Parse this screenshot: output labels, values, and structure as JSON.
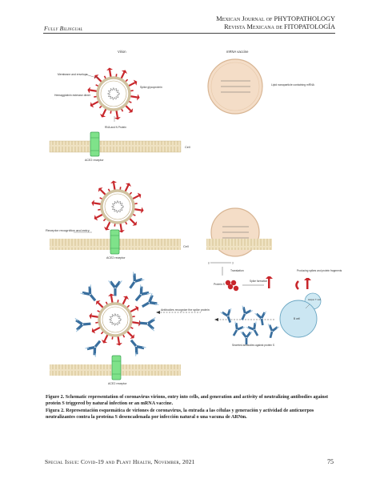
{
  "header": {
    "left": "Fully Bilingual",
    "right_line1": "Mexican Journal of PHYTOPATHOLOGY",
    "right_line2": "Revista Mexicana de FITOPATOLOGÍA"
  },
  "figure": {
    "virion_title": "Virion",
    "vaccine_title": "mRNA vaccine",
    "membrane_label": "Membrane and envelope",
    "spike_label": "Spike glycoprotein",
    "hemagglutinin_label": "Hemagglutinin esterase dimer",
    "rna_label": "RNA and N Protein",
    "lipid_label": "Lipid nanoparticle containing mRNA",
    "cell_label_1": "Cell",
    "ace2_label_1": "ACE2 receptor",
    "receptor_recognition_label": "Receptor recognition and entry",
    "cell_label_2": "Cell",
    "ace2_label_2": "ACE2 receptor",
    "translation_label": "Translation",
    "protein_s_label": "Protein S",
    "spike_formation_label": "Spike formation",
    "producing_label": "Producing spikes and protein fragments",
    "helper_label": "Helper T cell",
    "bcell_label": "B cell",
    "antibodies_label": "Antibodies recognize the spike protein",
    "secreted_label": "Secreted antibodies against protein S",
    "ace2_label_3": "ACE2 receptor"
  },
  "caption": {
    "en_label": "Figure 2.",
    "en_text": "Schematic representation of coronavirus virions, entry into cells, and generation and activity of neutralizing antibodies against protein S triggered by natural infection or an mRNA vaccine.",
    "es_label": "Figura 2.",
    "es_text": "Representación esquemática de viriones de coronavirus, la entrada a las células y generación y actividad de anticuerpos neutralizantes contra la proteína S desencadenada por infección natural o una vacuna de ARNm."
  },
  "footer": {
    "text": "Special Issue: Covid-19 and Plant Health, November, 2021",
    "page_number": "75"
  },
  "colors": {
    "spike": "#c8262b",
    "antibody": "#3a6f9e",
    "receptor": "#7fe28a",
    "membrane": "#e7d3a8",
    "nanoparticle": "#f4ddc7"
  }
}
